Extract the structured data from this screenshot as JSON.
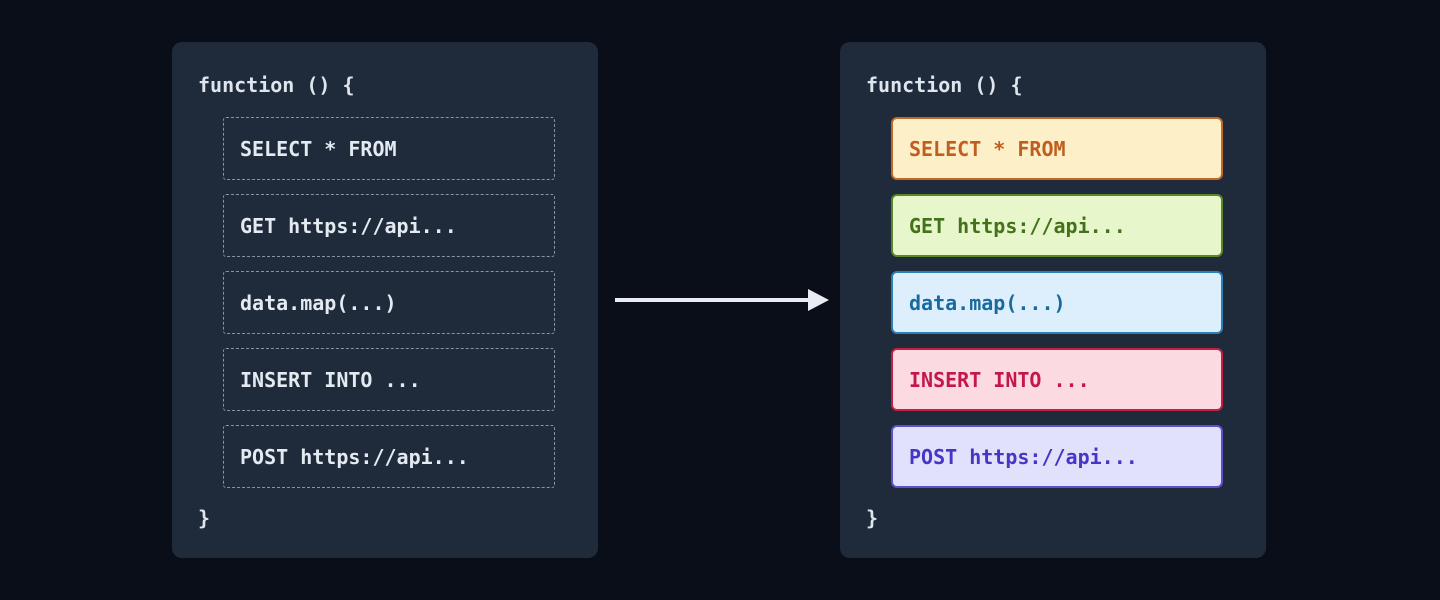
{
  "colors": {
    "page_bg": "#0a0e18",
    "panel_bg": "#1f2a3a",
    "dashed_border": "#8a93a2",
    "panel_text": "#dfe5ee",
    "arrow": "#e9edf3"
  },
  "left_panel": {
    "title": "function () {",
    "closing_brace": "}",
    "items": [
      {
        "label": "SELECT * FROM"
      },
      {
        "label": "GET https://api..."
      },
      {
        "label": "data.map(...)"
      },
      {
        "label": "INSERT INTO ..."
      },
      {
        "label": "POST https://api..."
      }
    ]
  },
  "right_panel": {
    "title": "function () {",
    "closing_brace": "}",
    "items": [
      {
        "label": "SELECT * FROM",
        "bg": "#fdf0c9",
        "border": "#c06a28",
        "text": "#bf5e1f"
      },
      {
        "label": "GET https://api...",
        "bg": "#e8f7cb",
        "border": "#5c8727",
        "text": "#44721b"
      },
      {
        "label": "data.map(...)",
        "bg": "#ddeffc",
        "border": "#2d7fb8",
        "text": "#19699e"
      },
      {
        "label": "INSERT INTO ...",
        "bg": "#fbdbe1",
        "border": "#c42045",
        "text": "#c5164a"
      },
      {
        "label": "POST https://api...",
        "bg": "#e2e1fb",
        "border": "#5c50cc",
        "text": "#4636c6"
      }
    ]
  }
}
